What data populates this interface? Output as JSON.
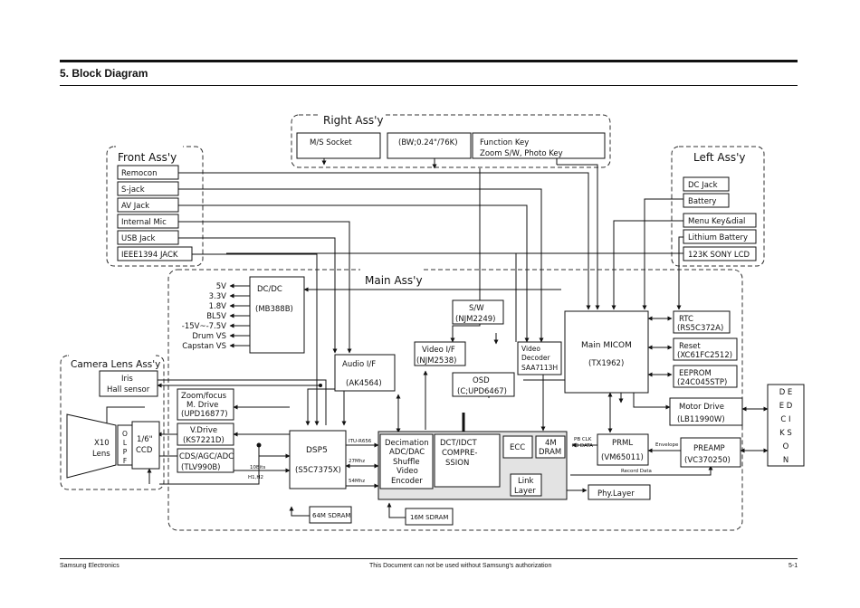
{
  "header": {
    "title": "5. Block Diagram"
  },
  "footer": {
    "left": "Samsung Electronics",
    "center": "This Document can not be used without Samsung's authorization",
    "right": "5-1"
  },
  "groups": {
    "right": "Right Ass'y",
    "front": "Front Ass'y",
    "left": "Left Ass'y",
    "main": "Main Ass'y",
    "camera": "Camera Lens Ass'y"
  },
  "blocks": {
    "ms_socket": "M/S Socket",
    "bw": "(BW;0.24\"/76K)",
    "fn_key": "Function Key",
    "zoom_sw": "Zoom S/W, Photo Key",
    "remocon": "Remocon",
    "sjack": "S-jack",
    "avjack": "AV Jack",
    "imic": "Internal Mic",
    "usb": "USB Jack",
    "ieee": "IEEE1394 JACK",
    "dcjack": "DC Jack",
    "battery": "Battery",
    "menukey": "Menu Key&dial",
    "lithium": "Lithium Battery",
    "lcd": "123K SONY LCD",
    "dcdc": "DC/DC",
    "dcdc_part": "(MB388B)",
    "sw": "S/W",
    "sw_part": "(NJM2249)",
    "audio": "Audio  I/F",
    "audio_part": "(AK4564)",
    "videoif": "Video I/F",
    "videoif_part": "(NJM2538)",
    "vdec1": "Video",
    "vdec2": "Decoder",
    "vdec3": "SAA7113H",
    "micom": "Main MICOM",
    "micom_part": "(TX1962)",
    "osd": "OSD",
    "osd_part": "(C;UPD6467)",
    "rtc": "RTC",
    "rtc_part": "(RS5C372A)",
    "reset": "Reset",
    "reset_part": "(XC61FC2512)",
    "eeprom": "EEPROM",
    "eeprom_part": "(24C045STP)",
    "motor": "Motor Drive",
    "motor_part": "(LB11990W)",
    "iris1": "Iris",
    "iris2": "Hall sensor",
    "lens1": "X10",
    "lens2": "Lens",
    "olpf": [
      "O",
      "L",
      "P",
      "F"
    ],
    "ccd1": "1/6\"",
    "ccd2": "CCD",
    "zoom1": "Zoom/focus",
    "zoom2": "M. Drive",
    "zoom3": "(UPD16877)",
    "vdrive": "V.Drive",
    "vdrive_part": "(KS7221D)",
    "cds": "CDS/AGC/ADC",
    "cds_part": "(TLV990B)",
    "dsp": "DSP5",
    "dsp_part": "(S5C7375X)",
    "dec1": "Decimation",
    "dec2": "ADC/DAC",
    "dec3": "Shuffle",
    "dec4": "Video",
    "dec5": "Encoder",
    "dct1": "DCT/IDCT",
    "dct2": "COMPRE-",
    "dct3": "SSION",
    "ecc": "ECC",
    "dram1": "4M",
    "dram2": "DRAM",
    "link1": "Link",
    "link2": "Layer",
    "prml": "PRML",
    "prml_part": "(VM65011)",
    "preamp": "PREAMP",
    "preamp_part": "(VC370250)",
    "phy": "Phy.Layer",
    "sdram64": "64M SDRAM",
    "sdram16": "16M SDRAM",
    "deck": [
      "D E",
      "E D",
      "C I",
      "K S",
      "O",
      "N"
    ]
  },
  "voltages": [
    "5V",
    "3.3V",
    "1.8V",
    "BL5V",
    "-15V~-7.5V",
    "Drum VS",
    "Capstan VS"
  ],
  "signals": {
    "itu": "ITU-R656",
    "mhz27": "27Mhz",
    "mhz54": "54Mhz",
    "bits10": "10Bits",
    "h1h2": "H1,H2",
    "pbclk": "PB CLK",
    "pbdata": "PB DATA",
    "envelope": "Envelope",
    "record": "Record Data"
  },
  "colors": {
    "module_fill": "#e3e3e3"
  }
}
